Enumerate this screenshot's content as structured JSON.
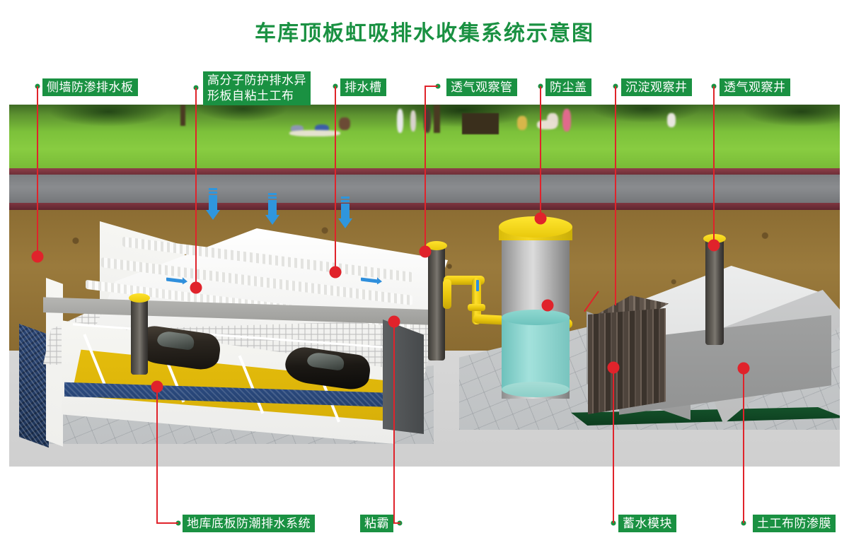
{
  "title": "车库顶板虹吸排水收集系统示意图",
  "colors": {
    "brand_green": "#1a9142",
    "leader_red": "#e0232b",
    "label_text": "#ffffff",
    "grass": "#7cc13a",
    "road": "#8a8c8f",
    "soil": "#9a7a3c",
    "floor_yellow": "#e8c00c",
    "sidewall_board_blue": "#1e3458",
    "water_teal": "#8fd8d0",
    "pipe_yellow": "#ffe02b",
    "membrane_green": "#14522a",
    "arrow_blue": "#2f96dd"
  },
  "callouts": {
    "top": [
      {
        "id": "side-wall-drain-board",
        "label": "侧墙防渗排水板"
      },
      {
        "id": "polymer-protective-drain-board",
        "label": "高分子防护排水异\n形板自粘土工布"
      },
      {
        "id": "drainage-channel",
        "label": "排水槽"
      },
      {
        "id": "vent-observation-pipe",
        "label": "透气观察管"
      },
      {
        "id": "dust-cover",
        "label": "防尘盖"
      },
      {
        "id": "sedimentation-observation-well",
        "label": "沉淀观察井"
      },
      {
        "id": "vent-observation-well",
        "label": "透气观察井"
      }
    ],
    "bottom": [
      {
        "id": "basement-floor-moisture-drain-system",
        "label": "地库底板防潮排水系统"
      },
      {
        "id": "adhesive-ba",
        "label": "粘霸"
      },
      {
        "id": "water-storage-module",
        "label": "蓄水模块"
      },
      {
        "id": "geotextile-impermeable-membrane",
        "label": "土工布防渗膜"
      }
    ]
  },
  "scene": {
    "background_layers": [
      "park-grass",
      "red-kerb",
      "asphalt-road",
      "red-kerb",
      "soil-section"
    ],
    "elements": [
      "garage-roof-drainage-board",
      "parking-garage-with-two-cars",
      "side-wall-drainage-board",
      "vent-pipes-with-yellow-caps",
      "sedimentation-observation-well-cylinder",
      "yellow-connection-piping",
      "water-storage-modules",
      "geotextile-wrapped-tank",
      "green-impermeable-membrane",
      "blue-infiltration-arrows"
    ]
  }
}
